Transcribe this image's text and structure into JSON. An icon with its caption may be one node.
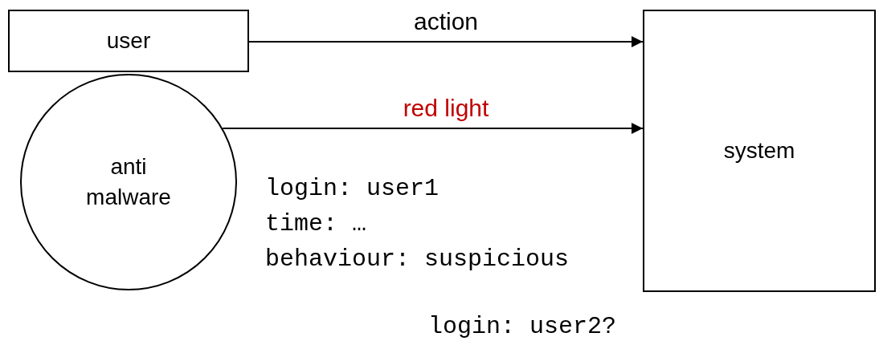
{
  "diagram": {
    "nodes": [
      {
        "text": [
          "user"
        ]
      },
      {
        "text": [
          "anti malware"
        ]
      },
      {
        "text": [
          "system"
        ]
      }
    ],
    "edges": [
      {
        "from": 0,
        "to": 2,
        "arrow": "to",
        "label": "action"
      },
      {
        "from": 1,
        "to": 2,
        "arrow": "to",
        "label": "red light"
      }
    ],
    "labels": [
      "login: user1",
      "time: …",
      "behaviour: suspicious",
      "login: user2?"
    ]
  }
}
